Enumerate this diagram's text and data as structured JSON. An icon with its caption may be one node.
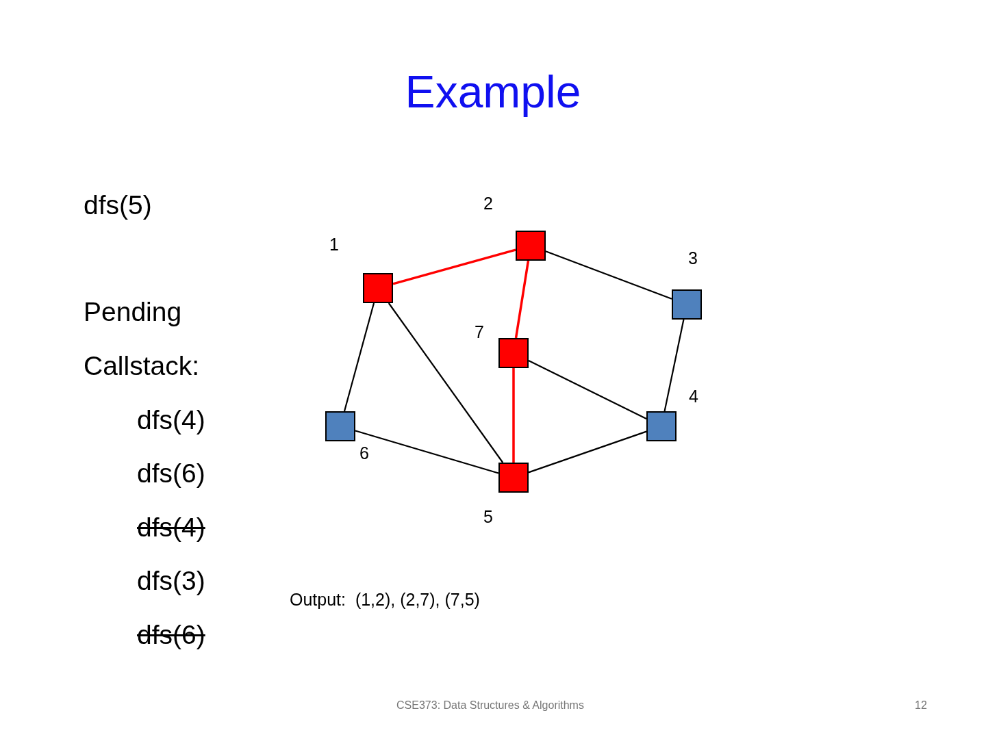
{
  "diagram": {
    "title": "Example",
    "nodes": [
      {
        "text": [],
        "shape": "box",
        "beside": [
          "1"
        ]
      },
      {
        "text": [],
        "shape": "box",
        "beside": [
          "2"
        ]
      },
      {
        "text": [],
        "shape": "box",
        "beside": [
          "3"
        ]
      },
      {
        "text": [],
        "shape": "box",
        "beside": [
          "4"
        ]
      },
      {
        "text": [],
        "shape": "box",
        "beside": [
          "5"
        ]
      },
      {
        "text": [],
        "shape": "box",
        "beside": [
          "6"
        ]
      },
      {
        "text": [],
        "shape": "box",
        "beside": [
          "7"
        ]
      }
    ],
    "edges": [
      {
        "from": 0,
        "to": 1,
        "arrow": "none",
        "color": "#ff0000"
      },
      {
        "from": 1,
        "to": 6,
        "arrow": "none",
        "color": "#ff0000"
      },
      {
        "from": 6,
        "to": 4,
        "arrow": "none",
        "color": "#ff0000"
      },
      {
        "from": 1,
        "to": 2,
        "arrow": "none"
      },
      {
        "from": 0,
        "to": 5,
        "arrow": "none"
      },
      {
        "from": 0,
        "to": 4,
        "arrow": "none"
      },
      {
        "from": 2,
        "to": 3,
        "arrow": "none"
      },
      {
        "from": 6,
        "to": 3,
        "arrow": "none"
      },
      {
        "from": 5,
        "to": 4,
        "arrow": "none"
      },
      {
        "from": 3,
        "to": 4,
        "arrow": "none"
      }
    ],
    "labels": [
      "dfs(5)",
      "Pending",
      "Callstack:",
      "dfs(4)",
      "dfs(6)",
      "dfs(4)",
      "dfs(3)",
      "dfs(6)",
      "Output:  (1,2), (2,7), (7,5)",
      "CSE373: Data Structures & Algorithms",
      "12"
    ]
  }
}
